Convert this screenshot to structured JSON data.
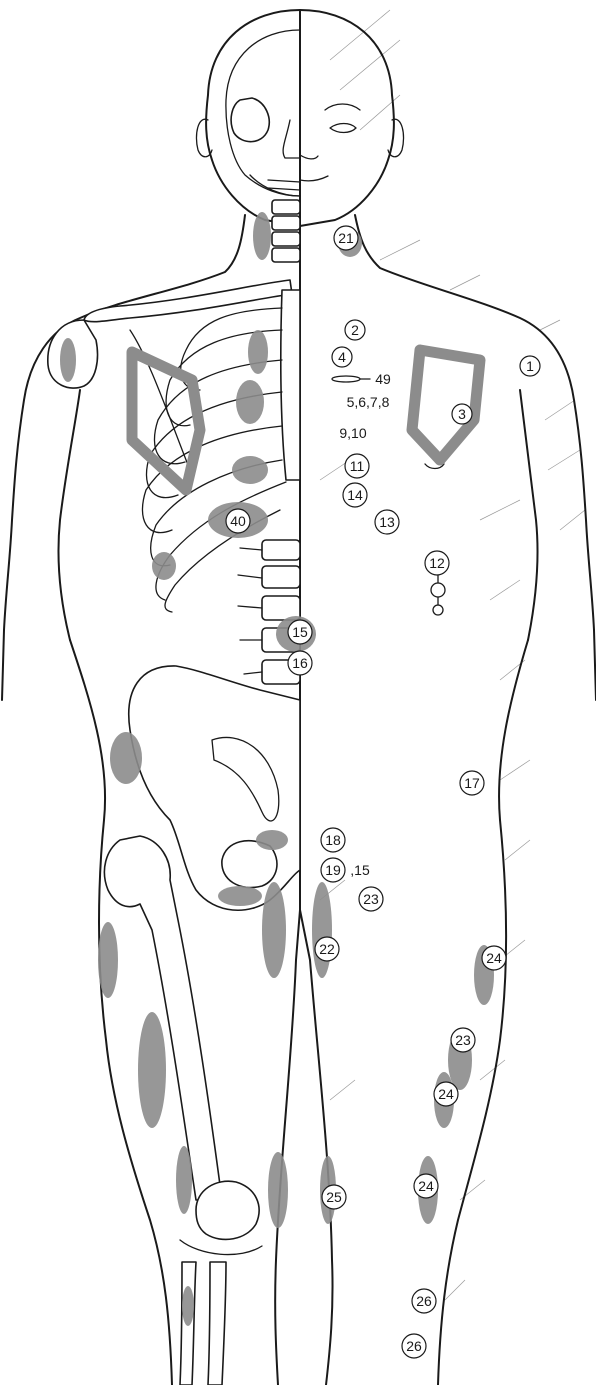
{
  "labels": [
    {
      "id": "l-21",
      "text": "21",
      "circle": true
    },
    {
      "id": "l-2",
      "text": "2",
      "circle": true
    },
    {
      "id": "l-4",
      "text": "4",
      "circle": true
    },
    {
      "id": "l-49",
      "text": "49",
      "circle": false
    },
    {
      "id": "l-5678",
      "text": "5,6,7,8",
      "circle": false
    },
    {
      "id": "l-910",
      "text": "9,10",
      "circle": false
    },
    {
      "id": "l-11",
      "text": "11",
      "circle": true
    },
    {
      "id": "l-14",
      "text": "14",
      "circle": true
    },
    {
      "id": "l-13",
      "text": "13",
      "circle": true
    },
    {
      "id": "l-12",
      "text": "12",
      "circle": true
    },
    {
      "id": "l-1",
      "text": "1",
      "circle": true
    },
    {
      "id": "l-3",
      "text": "3",
      "circle": true
    },
    {
      "id": "l-40",
      "text": "40",
      "circle": true
    },
    {
      "id": "l-15",
      "text": "15",
      "circle": true
    },
    {
      "id": "l-16",
      "text": "16",
      "circle": true
    },
    {
      "id": "l-17",
      "text": "17",
      "circle": true
    },
    {
      "id": "l-18",
      "text": "18",
      "circle": true
    },
    {
      "id": "l-19",
      "text": "19",
      "circle": true
    },
    {
      "id": "l-19b",
      "text": ",15",
      "circle": false
    },
    {
      "id": "l-23a",
      "text": "23",
      "circle": true
    },
    {
      "id": "l-22",
      "text": "22",
      "circle": true
    },
    {
      "id": "l-24a",
      "text": "24",
      "circle": true
    },
    {
      "id": "l-23b",
      "text": "23",
      "circle": true
    },
    {
      "id": "l-24b",
      "text": "24",
      "circle": true
    },
    {
      "id": "l-25",
      "text": "25",
      "circle": true
    },
    {
      "id": "l-24c",
      "text": "24",
      "circle": true
    },
    {
      "id": "l-26a",
      "text": "26",
      "circle": true
    },
    {
      "id": "l-26b",
      "text": "26",
      "circle": true
    }
  ]
}
